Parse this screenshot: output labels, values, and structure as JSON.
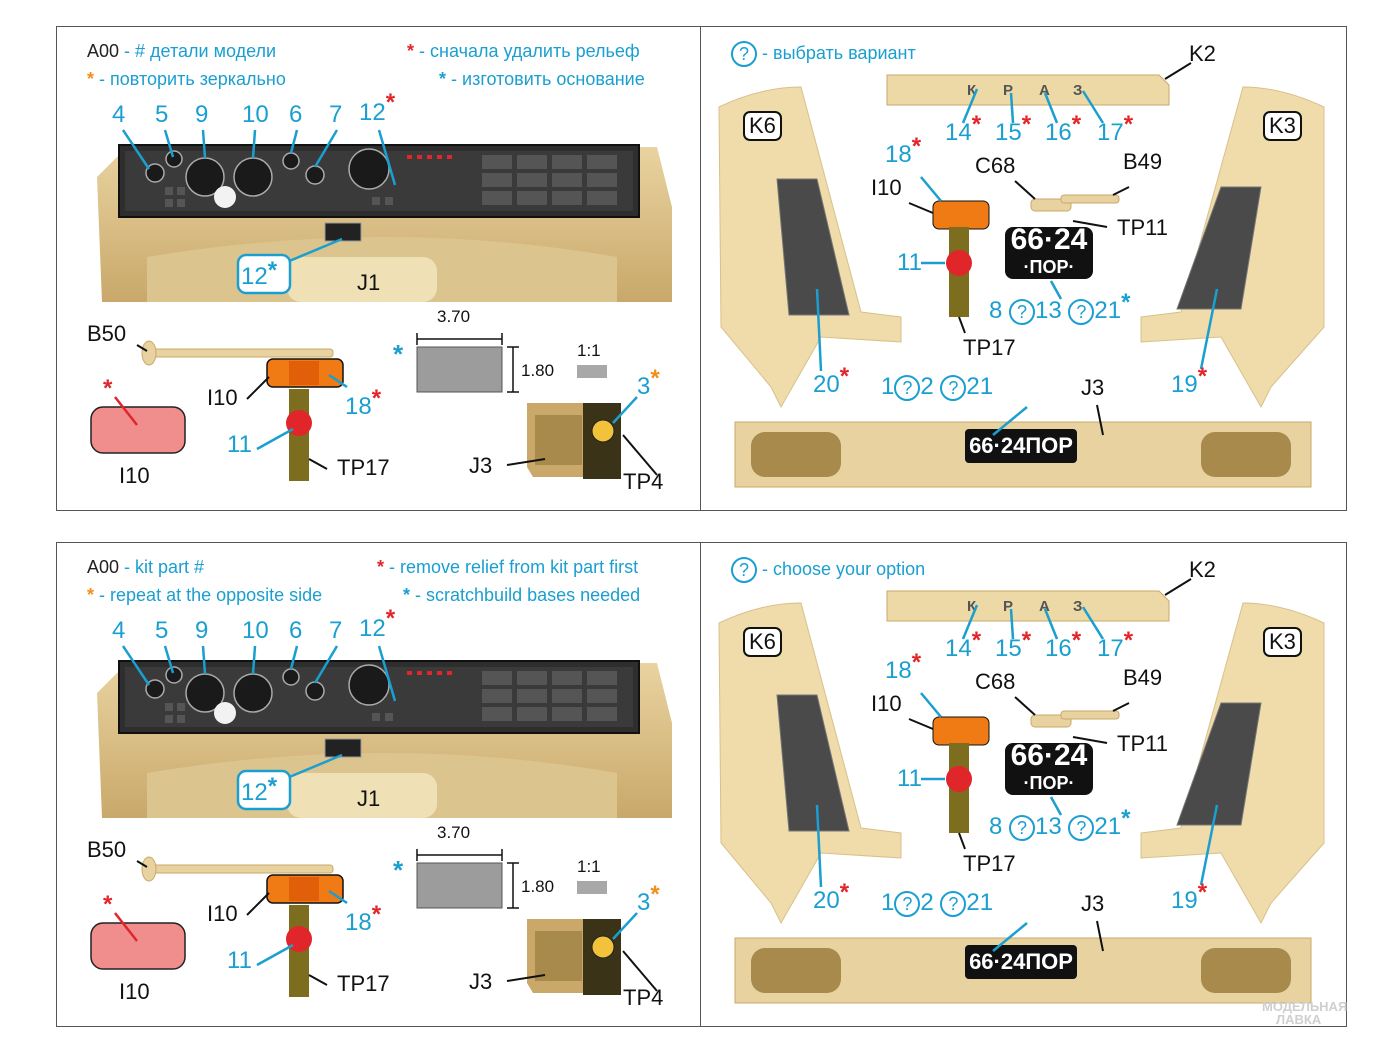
{
  "top_left": {
    "legend_code": "A00",
    "legend_part": "- # детали модели",
    "legend_mirror": "- повторить зеркально",
    "legend_relief": "- сначала удалить рельеф",
    "legend_base": "- изготовить основание",
    "star": "*"
  },
  "top_right": {
    "legend_choose": "- выбрать вариант",
    "q": "?"
  },
  "bottom_left": {
    "legend_code": "A00",
    "legend_part": "- kit part #",
    "legend_mirror": "- repeat at the opposite side",
    "legend_relief": "- remove relief from kit part first",
    "legend_base": "- scratchbuild bases needed",
    "star": "*"
  },
  "bottom_right": {
    "legend_choose": "- choose your option",
    "q": "?"
  },
  "dash": {
    "nums": [
      "4",
      "5",
      "9",
      "10",
      "6",
      "7",
      "12"
    ],
    "j1": "J1",
    "callout_12": "12"
  },
  "parts": {
    "b50": "B50",
    "i10": "I10",
    "n11": "11",
    "n18": "18",
    "tp17": "TP17",
    "j3": "J3",
    "tp4": "TP4",
    "n3": "3",
    "dim_w": "3.70",
    "dim_h": "1.80",
    "scale": "1:1"
  },
  "right": {
    "k2": "K2",
    "k6": "K6",
    "k3": "K3",
    "c68": "C68",
    "b49": "B49",
    "i10": "I10",
    "tp11": "TP11",
    "tp17": "TP17",
    "j3": "J3",
    "n18": "18",
    "n11": "11",
    "n14": "14",
    "n15": "15",
    "n16": "16",
    "n17": "17",
    "n20": "20",
    "n19": "19",
    "n8": "8",
    "n13": "13",
    "n21": "21",
    "n1": "1",
    "n2": "2",
    "plate_top": "66·24",
    "plate_bottom": "·ПОР·",
    "bumper_plate": "66·24ПОР",
    "emblem": [
      "К",
      "Р",
      "А",
      "З"
    ]
  },
  "watermark": {
    "line1": "МОДЕЛЬНАЯ",
    "line2": "ЛАВКА"
  }
}
